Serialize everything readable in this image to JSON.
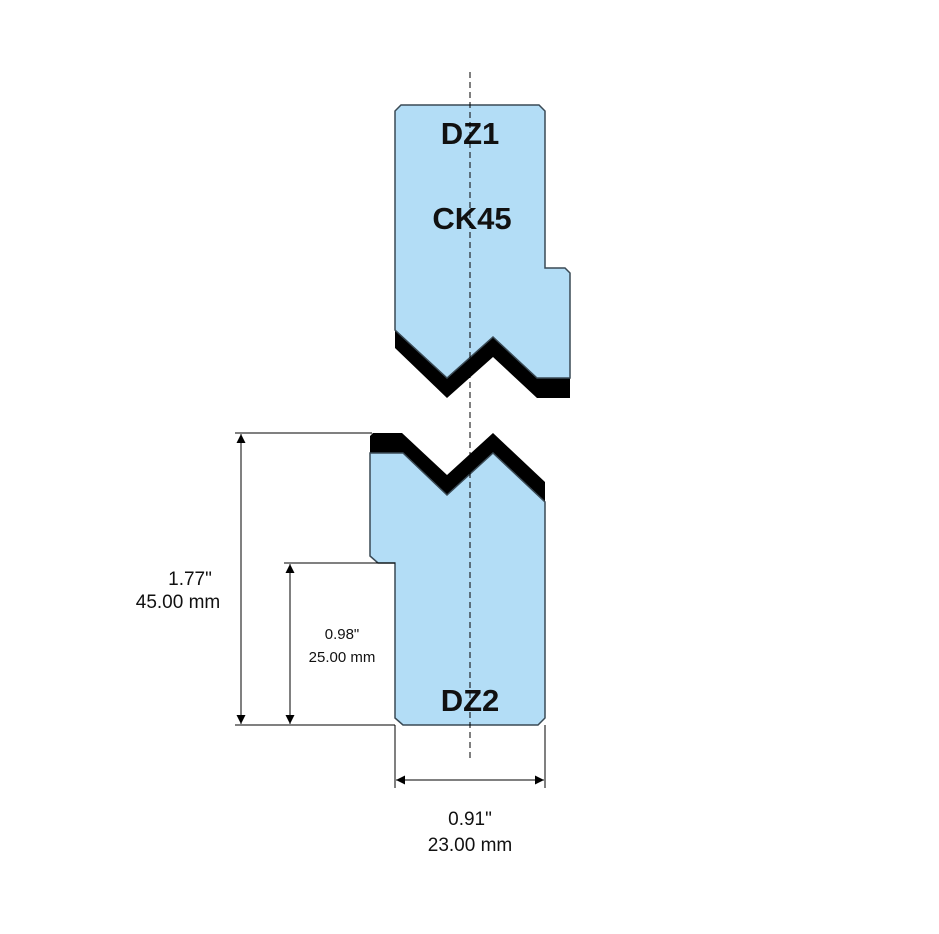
{
  "colors": {
    "body": "#b3ddf6",
    "outline": "#3a4a55",
    "tip": "#000000"
  },
  "upper_die": {
    "name": "DZ1",
    "material": "CK45"
  },
  "lower_die": {
    "name": "DZ2"
  },
  "dimensions": {
    "total_height": {
      "inch": "1.77\"",
      "mm": "45.00 mm"
    },
    "shoulder_height": {
      "inch": "0.98\"",
      "mm": "25.00 mm"
    },
    "width": {
      "inch": "0.91\"",
      "mm": "23.00 mm"
    }
  }
}
